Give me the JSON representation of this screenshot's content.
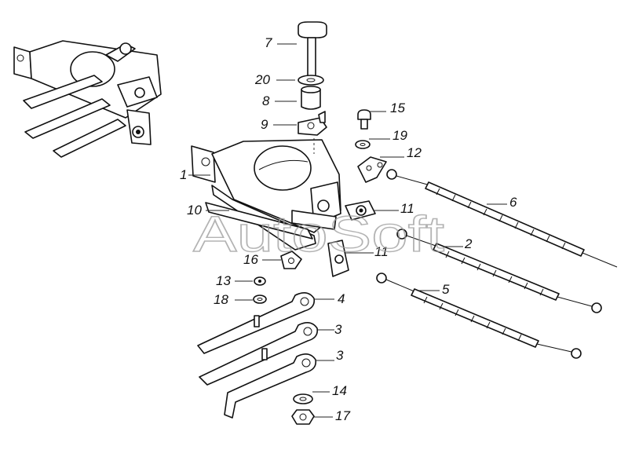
{
  "watermark": "AutoSoft",
  "part_numbers": {
    "p1": "1",
    "p2": "2",
    "p3a": "3",
    "p3b": "3",
    "p4": "4",
    "p5": "5",
    "p6": "6",
    "p7": "7",
    "p8": "8",
    "p9": "9",
    "p10": "10",
    "p11a": "11",
    "p11b": "11",
    "p12": "12",
    "p13": "13",
    "p14": "14",
    "p15": "15",
    "p16": "16",
    "p17": "17",
    "p18": "18",
    "p19": "19",
    "p20": "20"
  }
}
